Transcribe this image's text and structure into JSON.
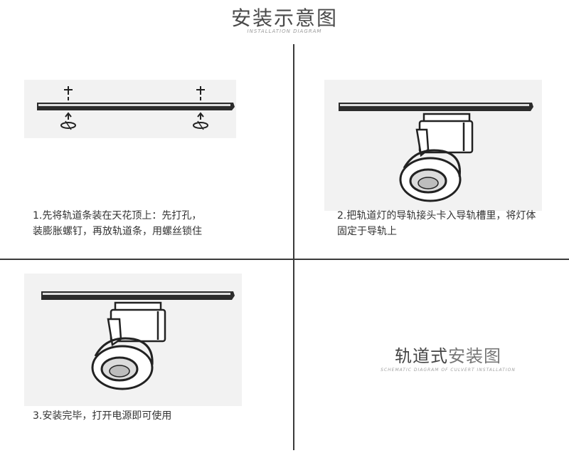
{
  "header": {
    "title": "安装示意图",
    "subtitle": "INSTALLATION DIAGRAM"
  },
  "steps": [
    {
      "line1": "1.先将轨道条装在天花顶上：先打孔，",
      "line2": "装膨胀螺钉，再放轨道条，用螺丝锁住"
    },
    {
      "line1": "2.把轨道灯的导轨接头卡入导轨槽里，将灯体",
      "line2": "固定于导轨上"
    },
    {
      "line1": "3.安装完毕，打开电源即可使用"
    }
  ],
  "footer_label": {
    "title_dark": "轨道式",
    "title_light": "安装图",
    "subtitle": "SCHEMATIC DIAGRAM OF CULVERT INSTALLATION"
  }
}
